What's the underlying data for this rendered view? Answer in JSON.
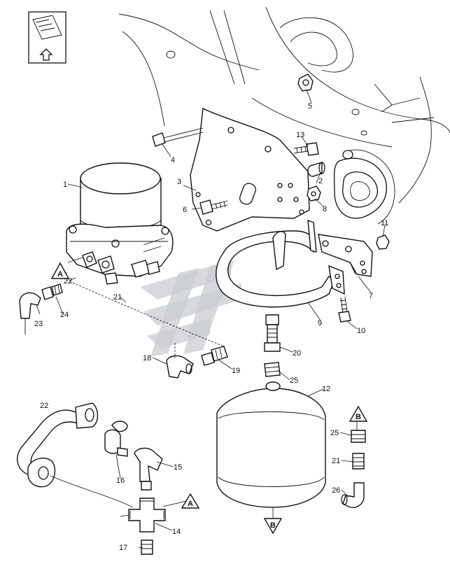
{
  "callouts": [
    {
      "id": "c1",
      "label": "1"
    },
    {
      "id": "c2",
      "label": "2"
    },
    {
      "id": "c3",
      "label": "3"
    },
    {
      "id": "c4",
      "label": "4"
    },
    {
      "id": "c5",
      "label": "5"
    },
    {
      "id": "c6",
      "label": "6"
    },
    {
      "id": "c7",
      "label": "7"
    },
    {
      "id": "c8",
      "label": "8"
    },
    {
      "id": "c9",
      "label": "9"
    },
    {
      "id": "c10",
      "label": "10"
    },
    {
      "id": "c11",
      "label": "11"
    },
    {
      "id": "c12",
      "label": "12"
    },
    {
      "id": "c13",
      "label": "13"
    },
    {
      "id": "c14",
      "label": "14"
    },
    {
      "id": "c15",
      "label": "15"
    },
    {
      "id": "c16",
      "label": "16"
    },
    {
      "id": "c17",
      "label": "17"
    },
    {
      "id": "c18",
      "label": "18"
    },
    {
      "id": "c19",
      "label": "19"
    },
    {
      "id": "c20",
      "label": "20"
    },
    {
      "id": "c21a",
      "label": "21"
    },
    {
      "id": "c21b",
      "label": "21"
    },
    {
      "id": "c22a",
      "label": "22"
    },
    {
      "id": "c22b",
      "label": "22"
    },
    {
      "id": "c23",
      "label": "23"
    },
    {
      "id": "c24",
      "label": "24"
    },
    {
      "id": "c25a",
      "label": "25"
    },
    {
      "id": "c25b",
      "label": "25"
    },
    {
      "id": "c26",
      "label": "26"
    }
  ],
  "connection_markers": [
    {
      "id": "mA1",
      "label": "A"
    },
    {
      "id": "mA2",
      "label": "A"
    },
    {
      "id": "mB1",
      "label": "B"
    },
    {
      "id": "mB2",
      "label": "B"
    }
  ],
  "icons": {
    "orientation": "front-direction-arrow-icon",
    "watermark": "logo-watermark"
  }
}
